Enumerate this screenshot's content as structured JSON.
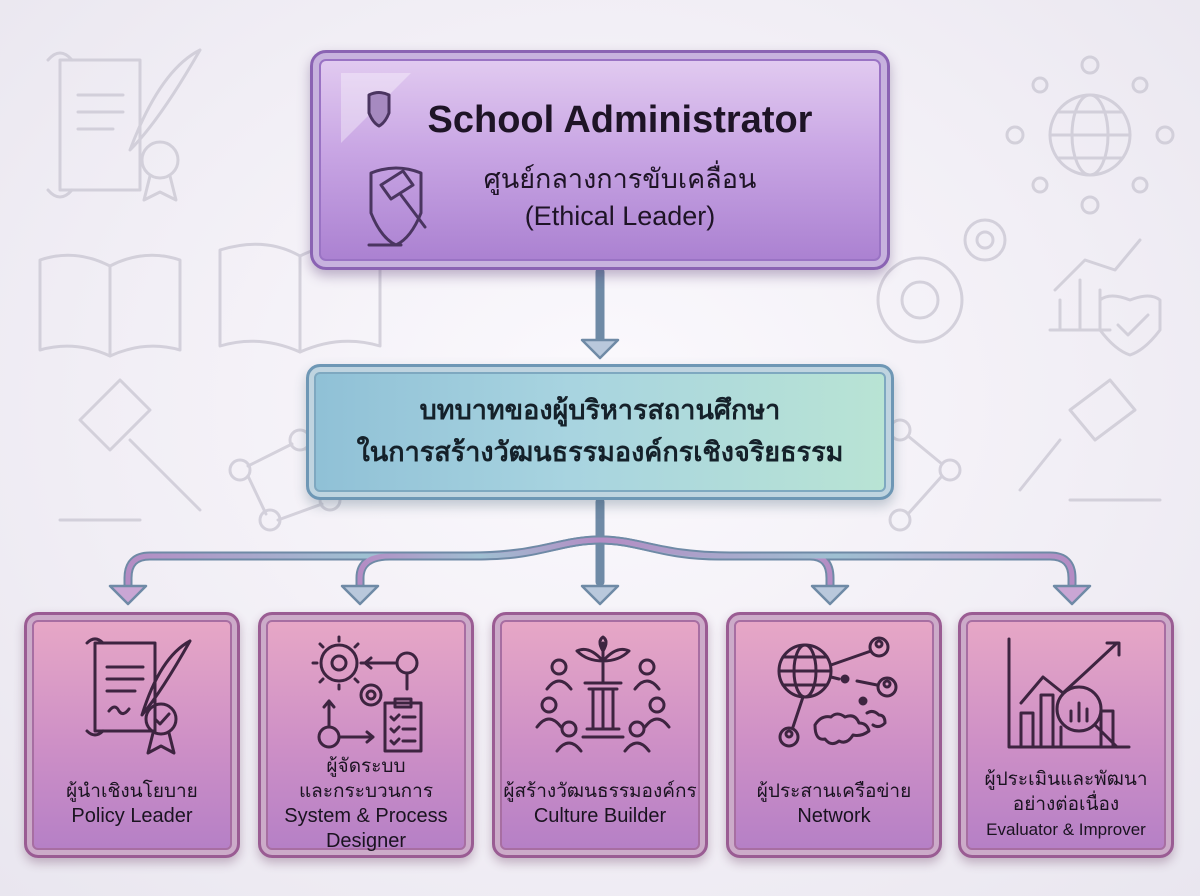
{
  "top": {
    "title": "School Administrator",
    "subtitle_th": "ศูนย์กลางการขับเคลื่อน",
    "subtitle_en": "(Ethical Leader)"
  },
  "middle": {
    "line1": "บทบาทของผู้บริหารสถานศึกษา",
    "line2": "ในการสร้างวัฒนธรรมองค์กรเชิงจริยธรรม"
  },
  "roles": [
    {
      "th": [
        "ผู้นำเชิงนโยบาย"
      ],
      "en": [
        "Policy Leader"
      ],
      "icon": "scroll-quill-icon"
    },
    {
      "th": [
        "ผู้จัดระบบ",
        "และกระบวนการ"
      ],
      "en": [
        "System & Process",
        "Designer"
      ],
      "icon": "gears-checklist-icon"
    },
    {
      "th": [
        "ผู้สร้างวัฒนธรรมองค์กร"
      ],
      "en": [
        "Culture Builder"
      ],
      "icon": "people-pillar-icon"
    },
    {
      "th": [
        "ผู้ประสานเครือข่าย"
      ],
      "en": [
        "Network"
      ],
      "icon": "globe-network-icon"
    },
    {
      "th": [
        "ผู้ประเมินและพัฒนา",
        "อย่างต่อเนื่อง"
      ],
      "en": [
        "Evaluator & Improver"
      ],
      "icon": "chart-magnifier-icon"
    }
  ],
  "colors": {
    "top_fill": "#c9a6e4",
    "middle_fill": "#a8d4e0",
    "role_fill": "#cd8fc6",
    "connector": "#9fb8d0"
  }
}
